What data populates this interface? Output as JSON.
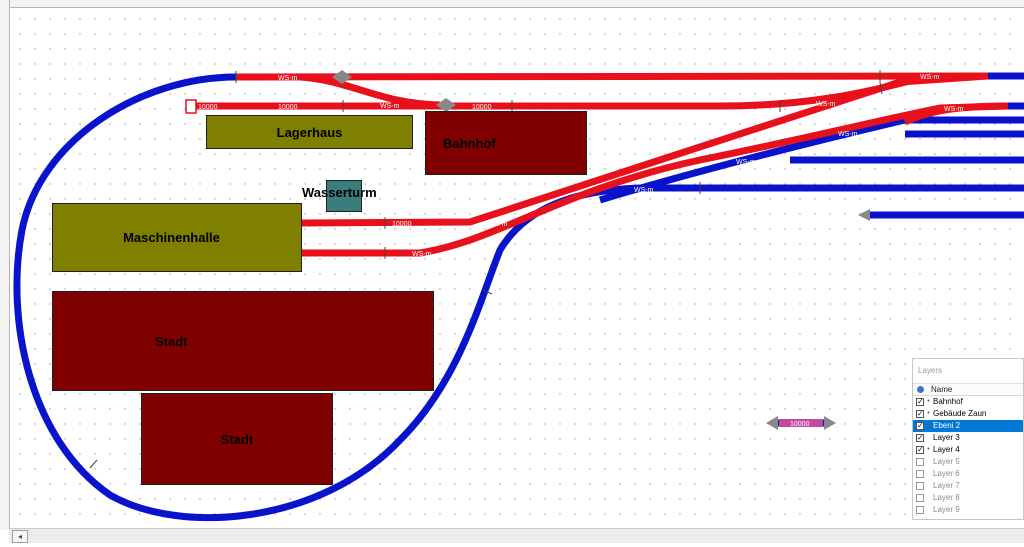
{
  "colors": {
    "track_red": "#e8101a",
    "track_blue": "#0a13cc",
    "building_green": "#7f7f00",
    "building_maroon": "#800000",
    "tower_teal": "#3a7d7d",
    "selection": "#0078d7",
    "grid_dot": "#9b9b9b"
  },
  "buildings": {
    "lagerhaus": "Lagerhaus",
    "bahnhof": "Bahnhof",
    "wasserturm": "Wasserturm",
    "maschinenhalle": "Maschinenhalle",
    "stadt_1": "Stadt",
    "stadt_2": "Stadt"
  },
  "track_labels": {
    "top_ws_1": "WS-m",
    "top_ws_2": "WS-m",
    "top_ws_3": "WS-m",
    "siding_length_1": "10000",
    "siding_length_2": "10000",
    "siding_length_3": "10000",
    "middle_ws_1": "WS-m",
    "middle_ws_2": "WS-m",
    "middle_ws_3": "WS-m",
    "middle_ws_4": "WS-m",
    "right_ws_1": "WS-m",
    "right_ws_2": "WS-m",
    "lower_length": "10000",
    "lower_ws": "WS-m",
    "loose_length": "10000"
  },
  "layers_panel": {
    "title": "Layers",
    "column_name": "Name",
    "items": [
      {
        "name": "Bahnhof",
        "checked": true,
        "dot": true
      },
      {
        "name": "Gebäude Zaun",
        "checked": true,
        "dot": true
      },
      {
        "name": "Ebeni 2",
        "checked": true,
        "dot": true,
        "selected": true
      },
      {
        "name": "Layer 3",
        "checked": true,
        "dot": false
      },
      {
        "name": "Layer 4",
        "checked": true,
        "dot": true
      },
      {
        "name": "Layer 5",
        "checked": false,
        "dot": false
      },
      {
        "name": "Layer 6",
        "checked": false,
        "dot": false
      },
      {
        "name": "Layer 7",
        "checked": false,
        "dot": false
      },
      {
        "name": "Layer 8",
        "checked": false,
        "dot": false
      },
      {
        "name": "Layer 9",
        "checked": false,
        "dot": false
      }
    ]
  }
}
